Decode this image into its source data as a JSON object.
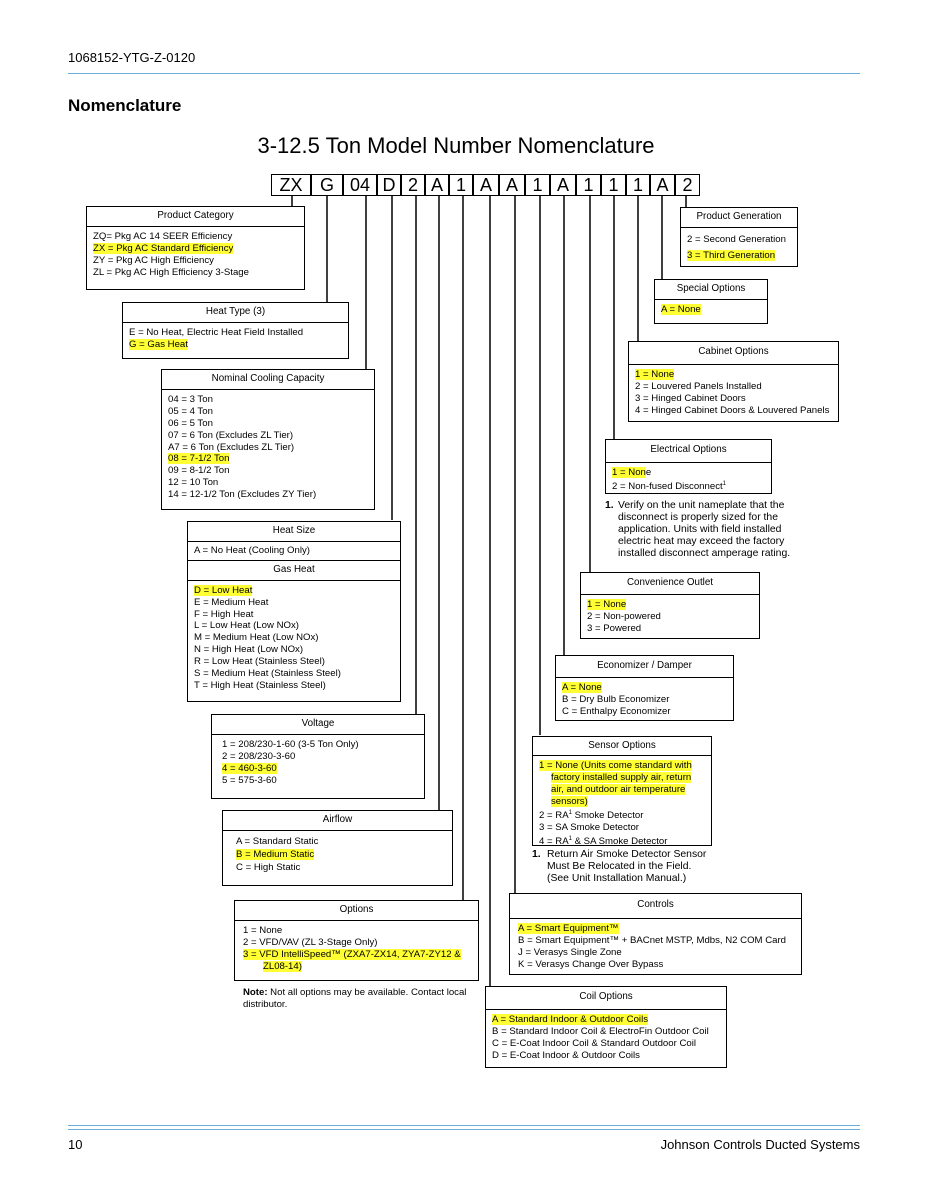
{
  "header": {
    "doc_number": "1068152-YTG-Z-0120",
    "section_title": "Nomenclature"
  },
  "diagram_title": "3-12.5 Ton Model Number Nomenclature",
  "model_code": [
    "ZX",
    "G",
    "04",
    "D",
    "2",
    "A",
    "1",
    "A",
    "A",
    "1",
    "A",
    "1",
    "1",
    "1",
    "A",
    "2"
  ],
  "boxes": {
    "product_category": {
      "title": "Product Category",
      "options": [
        {
          "text": "ZQ= Pkg AC 14 SEER Efficiency",
          "hl": false
        },
        {
          "text": "ZX = Pkg AC Standard Efficiency",
          "hl": true
        },
        {
          "text": "ZY = Pkg AC High Efficiency",
          "hl": false
        },
        {
          "text": "ZL = Pkg AC High Efficiency 3-Stage",
          "hl": false
        }
      ]
    },
    "heat_type": {
      "title": "Heat Type (3)",
      "options": [
        {
          "text": "E = No Heat, Electric Heat Field Installed",
          "hl": false
        },
        {
          "text": "G = Gas Heat",
          "hl": true
        }
      ]
    },
    "nominal_cooling": {
      "title": "Nominal Cooling Capacity",
      "options": [
        {
          "text": "04 = 3 Ton",
          "hl": false
        },
        {
          "text": "05 = 4 Ton",
          "hl": false
        },
        {
          "text": "06 = 5 Ton",
          "hl": false
        },
        {
          "text": "07 = 6 Ton (Excludes ZL Tier)",
          "hl": false
        },
        {
          "text": "A7 = 6 Ton (Excludes ZL Tier)",
          "hl": false
        },
        {
          "text": "08 = 7-1/2 Ton",
          "hl": true
        },
        {
          "text": "09 = 8-1/2 Ton",
          "hl": false
        },
        {
          "text": "12 = 10 Ton",
          "hl": false
        },
        {
          "text": "14 = 12-1/2 Ton (Excludes ZY Tier)",
          "hl": false
        }
      ]
    },
    "heat_size": {
      "title": "Heat Size",
      "options": [
        {
          "text": "A = No Heat (Cooling Only)",
          "hl": false
        }
      ]
    },
    "gas_heat": {
      "title": "Gas Heat",
      "options": [
        {
          "text": "D = Low Heat",
          "hl": true
        },
        {
          "text": "E = Medium Heat",
          "hl": false
        },
        {
          "text": "F = High Heat",
          "hl": false
        },
        {
          "text": "L = Low Heat (Low NOx)",
          "hl": false
        },
        {
          "text": "M = Medium Heat (Low NOx)",
          "hl": false
        },
        {
          "text": "N = High Heat (Low NOx)",
          "hl": false
        },
        {
          "text": "R = Low Heat (Stainless Steel)",
          "hl": false
        },
        {
          "text": "S = Medium Heat (Stainless Steel)",
          "hl": false
        },
        {
          "text": "T = High Heat (Stainless Steel)",
          "hl": false
        }
      ]
    },
    "voltage": {
      "title": "Voltage",
      "options": [
        {
          "text": "1 = 208/230-1-60 (3-5 Ton Only)",
          "hl": false
        },
        {
          "text": "2 = 208/230-3-60",
          "hl": false
        },
        {
          "text": "4 = 460-3-60",
          "hl": true
        },
        {
          "text": "5 = 575-3-60",
          "hl": false
        }
      ]
    },
    "airflow": {
      "title": "Airflow",
      "options": [
        {
          "text": "A = Standard Static",
          "hl": false
        },
        {
          "text": "B = Medium Static",
          "hl": true
        },
        {
          "text": "C = High Static",
          "hl": false
        }
      ]
    },
    "options": {
      "title": "Options",
      "options": [
        {
          "text": "1 = None",
          "hl": false
        },
        {
          "text": "2 = VFD/VAV (ZL 3-Stage Only)",
          "hl": false
        },
        {
          "text": "3 = VFD IntelliSpeed™ (ZXA7-ZX14, ZYA7-ZY12 &",
          "hl": true
        },
        {
          "text": "ZL08-14)",
          "hl": true
        }
      ]
    },
    "options_note": {
      "label": "Note:",
      "text": " Not all options may be available. Contact local distributor."
    },
    "product_generation": {
      "title": "Product Generation",
      "options": [
        {
          "text": "2 = Second Generation",
          "hl": false
        },
        {
          "text": "3 = Third Generation",
          "hl": true
        }
      ]
    },
    "special_options": {
      "title": "Special Options",
      "options": [
        {
          "text": "A = None",
          "hl": true
        }
      ]
    },
    "cabinet_options": {
      "title": "Cabinet Options",
      "options": [
        {
          "text": "1 = None",
          "hl": true
        },
        {
          "text": "2 = Louvered Panels Installed",
          "hl": false
        },
        {
          "text": "3 = Hinged Cabinet Doors",
          "hl": false
        },
        {
          "text": "4 = Hinged Cabinet Doors & Louvered Panels",
          "hl": false
        }
      ]
    },
    "electrical_options": {
      "title": "Electrical Options",
      "opt1_hl": "1 = Non",
      "opt1_rest": "e",
      "opt2": "2 = Non-fused Disconnect",
      "opt2_sup": "1",
      "footnote_num": "1.",
      "footnote": "Verify on the unit nameplate that the disconnect is properly sized for the application. Units with field installed electric heat may exceed the factory installed disconnect amperage rating."
    },
    "convenience_outlet": {
      "title": "Convenience Outlet",
      "options": [
        {
          "text": "1 = None",
          "hl": true
        },
        {
          "text": "2 = Non-powered",
          "hl": false
        },
        {
          "text": "3 = Powered",
          "hl": false
        }
      ]
    },
    "economizer": {
      "title": "Economizer / Damper",
      "options": [
        {
          "text": "A = None",
          "hl": true
        },
        {
          "text": "B = Dry Bulb Economizer",
          "hl": false
        },
        {
          "text": "C = Enthalpy Economizer",
          "hl": false
        }
      ]
    },
    "sensor_options": {
      "title": "Sensor Options",
      "opt1": [
        "1 = None (Units come standard with",
        "factory installed supply air, return",
        "air, and outdoor air temperature",
        "sensors)"
      ],
      "opt2": "2 = RA",
      "opt2_sup": "1",
      "opt2_rest": " Smoke Detector",
      "opt3": "3 = SA Smoke Detector",
      "opt4": "4 = RA",
      "opt4_sup": "1",
      "opt4_rest": " & SA Smoke Detector",
      "footnote_num": "1.",
      "footnote": [
        "Return Air Smoke Detector Sensor",
        "Must Be Relocated in the Field.",
        "(See Unit Installation Manual.)"
      ]
    },
    "controls": {
      "title": "Controls",
      "options": [
        {
          "text": "A = Smart Equipment™",
          "hl": true
        },
        {
          "text": "B = Smart Equipment™ + BACnet MSTP, Mdbs, N2 COM Card",
          "hl": false
        },
        {
          "text": "J = Verasys Single Zone",
          "hl": false
        },
        {
          "text": "K = Verasys Change Over Bypass",
          "hl": false
        }
      ]
    },
    "coil_options": {
      "title": "Coil Options",
      "options": [
        {
          "text": "A = Standard Indoor & Outdoor Coils",
          "hl": true
        },
        {
          "text": "B = Standard Indoor Coil & ElectroFin Outdoor Coil",
          "hl": false
        },
        {
          "text": "C = E-Coat Indoor Coil & Standard Outdoor Coil",
          "hl": false
        },
        {
          "text": "D = E-Coat Indoor & Outdoor Coils",
          "hl": false
        }
      ]
    }
  },
  "footer": {
    "page_number": "10",
    "company": "Johnson Controls Ducted Systems"
  },
  "colors": {
    "highlight": "#ffff33",
    "rule": "#6aaedc"
  }
}
